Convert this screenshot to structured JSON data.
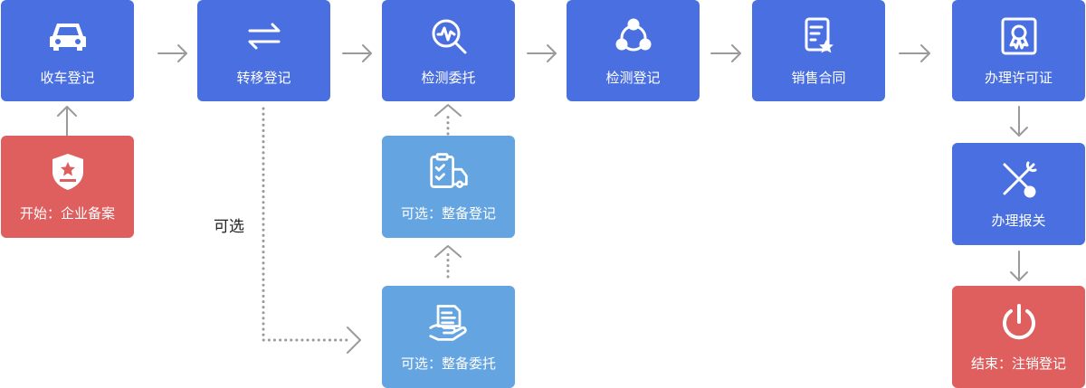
{
  "nodes": {
    "collect": {
      "label": "收车登记",
      "icon": "car-icon"
    },
    "transfer": {
      "label": "转移登记",
      "icon": "swap-arrows-icon"
    },
    "inspect": {
      "label": "检测委托",
      "icon": "magnifier-chart-icon"
    },
    "inspect_reg": {
      "label": "检测登记",
      "icon": "network-icon"
    },
    "sales": {
      "label": "销售合同",
      "icon": "contract-star-icon"
    },
    "license": {
      "label": "办理许可证",
      "icon": "certificate-icon"
    },
    "start": {
      "label": "开始：企业备案",
      "icon": "shield-star-icon"
    },
    "opt_reg": {
      "label": "可选：整备登记",
      "icon": "clipboard-truck-icon"
    },
    "opt_entrust": {
      "label": "可选：整备委托",
      "icon": "hand-document-icon"
    },
    "customs": {
      "label": "办理报关",
      "icon": "tools-icon"
    },
    "end": {
      "label": "结束：注销登记",
      "icon": "power-icon"
    }
  },
  "optional_note": "可选",
  "colors": {
    "primary": "#4a6fe0",
    "optional": "#63a4e1",
    "terminal": "#df5e5e",
    "connector": "#999999"
  }
}
